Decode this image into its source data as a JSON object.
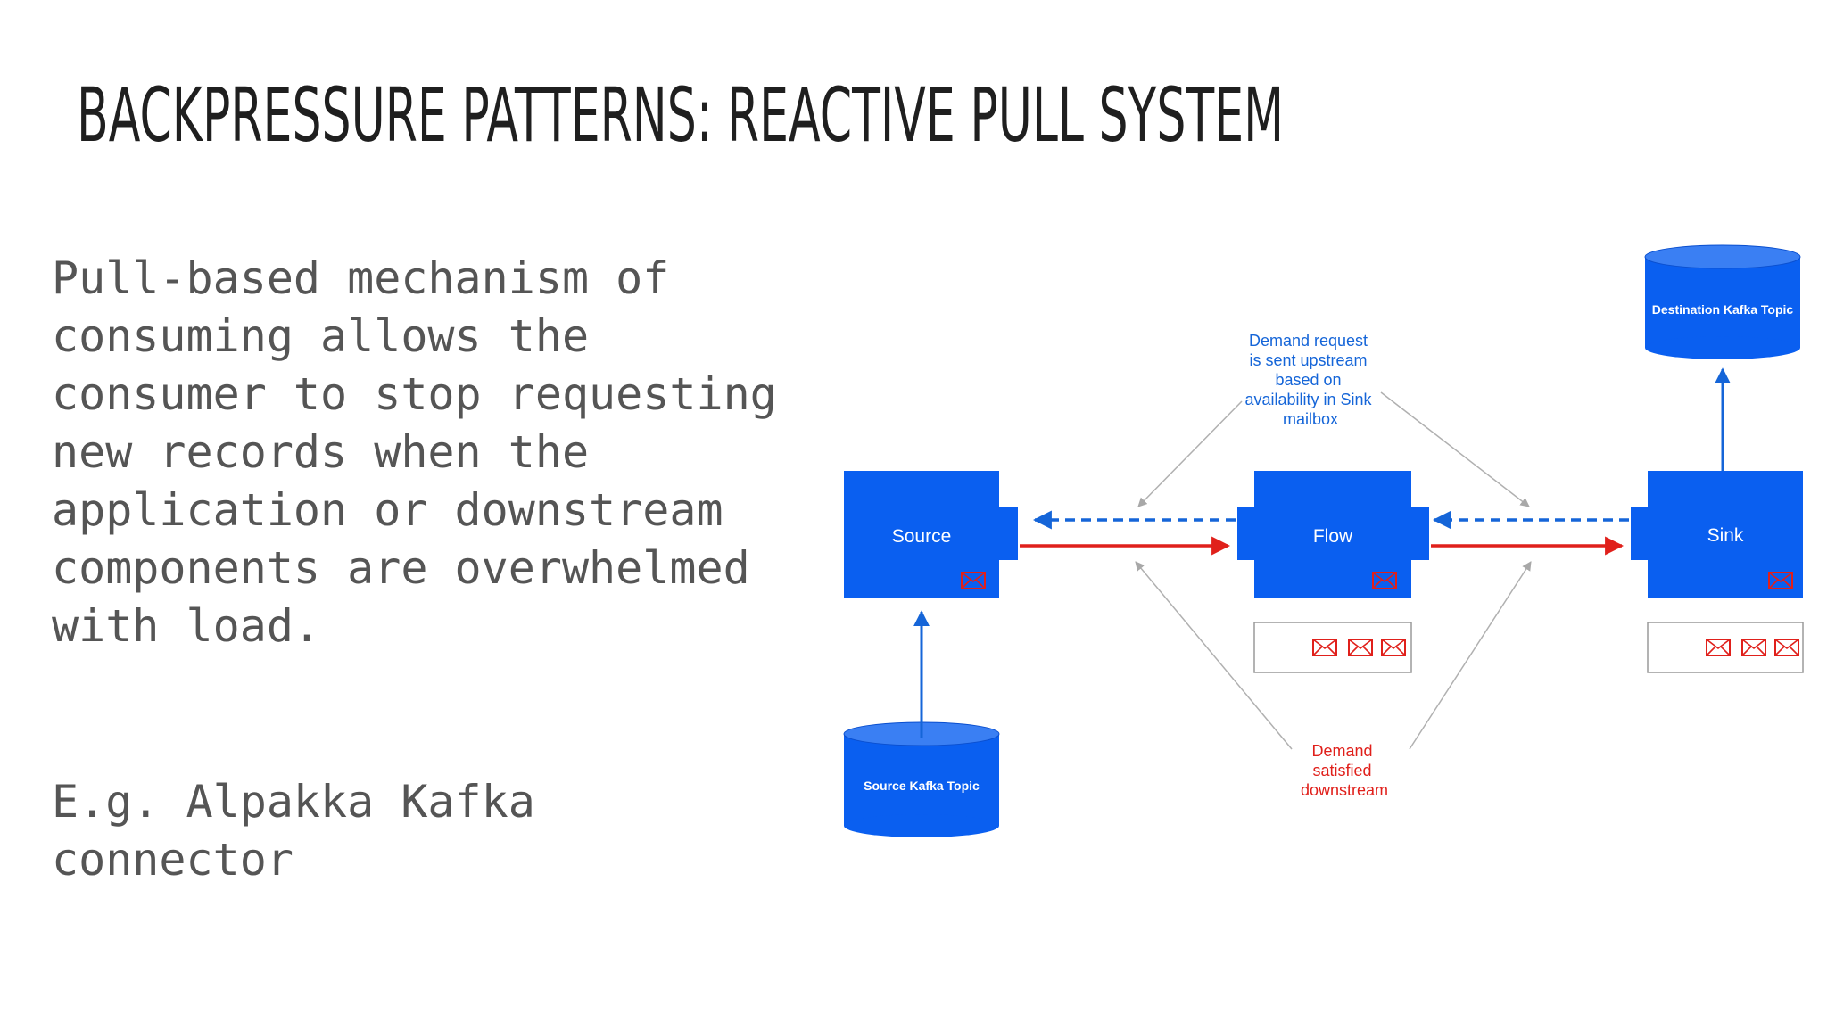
{
  "slide": {
    "title": "BACKPRESSURE PATTERNS: REACTIVE PULL SYSTEM",
    "body": "Pull-based mechanism of consuming allows the consumer to stop requesting new records when the application or downstream components are overwhelmed with load.",
    "example": "E.g. Alpakka Kafka connector"
  },
  "diagram": {
    "nodes": {
      "source": "Source",
      "flow": "Flow",
      "sink": "Sink",
      "source_topic": "Source Kafka Topic",
      "destination_topic": "Destination Kafka Topic"
    },
    "notes": {
      "demand_request": [
        "Demand request",
        "is sent upstream",
        "based on",
        "availability in Sink",
        "mailbox"
      ],
      "demand_satisfied": [
        "Demand",
        "satisfied",
        "downstream"
      ]
    },
    "colors": {
      "box_blue": "#0a5ff0",
      "demand_arrow": "#1565d8",
      "data_arrow": "#e0201b",
      "envelope": "#e0201b"
    },
    "icons": {
      "message": "envelope-icon"
    }
  }
}
